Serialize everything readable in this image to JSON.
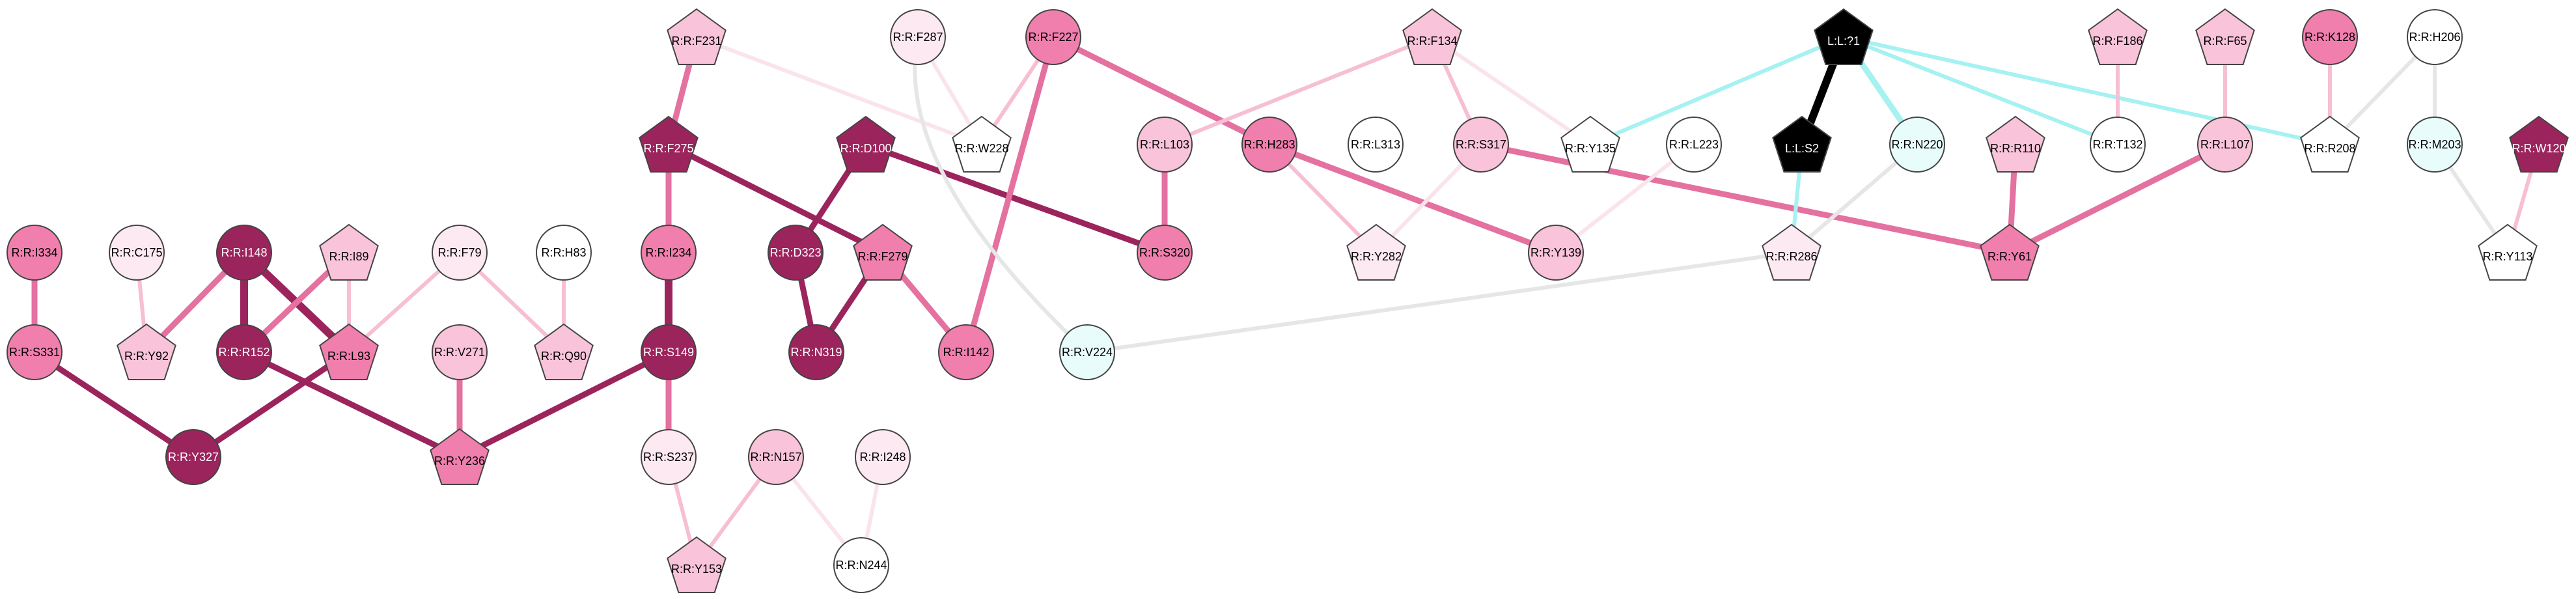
{
  "colors": {
    "strong": "#9c245c",
    "mid": "#f07fad",
    "light": "#f9c3d9",
    "pale": "#fde9f2",
    "white": "#ffffff",
    "cyan": "#e8fcfc",
    "ligand": "#000000",
    "edge_strong": "#9c245c",
    "edge_mid": "#e4719f",
    "edge_light": "#f6bfd4",
    "edge_pale": "#fbe3ec",
    "edge_gray": "#e6e6e6",
    "edge_cyan": "#a6f1f1",
    "edge_black": "#000000",
    "stroke": "#444444"
  },
  "nodes": [
    {
      "id": "I334",
      "label": "R:R:I334",
      "shape": "circle",
      "fill": "mid"
    },
    {
      "id": "S331",
      "label": "R:R:S331",
      "shape": "circle",
      "fill": "mid"
    },
    {
      "id": "Y327",
      "label": "R:R:Y327",
      "shape": "circle",
      "fill": "strong"
    },
    {
      "id": "C175",
      "label": "R:R:C175",
      "shape": "circle",
      "fill": "pale"
    },
    {
      "id": "Y92",
      "label": "R:R:Y92",
      "shape": "pentagon",
      "fill": "light"
    },
    {
      "id": "I148",
      "label": "R:R:I148",
      "shape": "circle",
      "fill": "strong"
    },
    {
      "id": "R152",
      "label": "R:R:R152",
      "shape": "circle",
      "fill": "strong"
    },
    {
      "id": "I89",
      "label": "R:R:I89",
      "shape": "pentagon",
      "fill": "light"
    },
    {
      "id": "L93",
      "label": "R:R:L93",
      "shape": "pentagon",
      "fill": "mid"
    },
    {
      "id": "F79",
      "label": "R:R:F79",
      "shape": "circle",
      "fill": "pale"
    },
    {
      "id": "V271",
      "label": "R:R:V271",
      "shape": "circle",
      "fill": "light"
    },
    {
      "id": "Y236",
      "label": "R:R:Y236",
      "shape": "pentagon",
      "fill": "mid"
    },
    {
      "id": "H83",
      "label": "R:R:H83",
      "shape": "circle",
      "fill": "white"
    },
    {
      "id": "Q90",
      "label": "R:R:Q90",
      "shape": "pentagon",
      "fill": "light"
    },
    {
      "id": "F231",
      "label": "R:R:F231",
      "shape": "pentagon",
      "fill": "light"
    },
    {
      "id": "F275",
      "label": "R:R:F275",
      "shape": "pentagon",
      "fill": "strong"
    },
    {
      "id": "I234",
      "label": "R:R:I234",
      "shape": "circle",
      "fill": "mid"
    },
    {
      "id": "S149",
      "label": "R:R:S149",
      "shape": "circle",
      "fill": "strong"
    },
    {
      "id": "S237",
      "label": "R:R:S237",
      "shape": "circle",
      "fill": "pale"
    },
    {
      "id": "Y153",
      "label": "R:R:Y153",
      "shape": "pentagon",
      "fill": "light"
    },
    {
      "id": "N157",
      "label": "R:R:N157",
      "shape": "circle",
      "fill": "light"
    },
    {
      "id": "I248",
      "label": "R:R:I248",
      "shape": "circle",
      "fill": "pale"
    },
    {
      "id": "N244",
      "label": "R:R:N244",
      "shape": "circle",
      "fill": "white"
    },
    {
      "id": "D100",
      "label": "R:R:D100",
      "shape": "pentagon",
      "fill": "strong"
    },
    {
      "id": "D323",
      "label": "R:R:D323",
      "shape": "circle",
      "fill": "strong"
    },
    {
      "id": "N319",
      "label": "R:R:N319",
      "shape": "circle",
      "fill": "strong"
    },
    {
      "id": "F279",
      "label": "R:R:F279",
      "shape": "pentagon",
      "fill": "mid"
    },
    {
      "id": "I142",
      "label": "R:R:I142",
      "shape": "circle",
      "fill": "mid"
    },
    {
      "id": "F287",
      "label": "R:R:F287",
      "shape": "circle",
      "fill": "pale"
    },
    {
      "id": "W228",
      "label": "R:R:W228",
      "shape": "pentagon",
      "fill": "white"
    },
    {
      "id": "F227",
      "label": "R:R:F227",
      "shape": "circle",
      "fill": "mid"
    },
    {
      "id": "V224",
      "label": "R:R:V224",
      "shape": "circle",
      "fill": "cyan"
    },
    {
      "id": "L103",
      "label": "R:R:L103",
      "shape": "circle",
      "fill": "light"
    },
    {
      "id": "S320",
      "label": "R:R:S320",
      "shape": "circle",
      "fill": "mid"
    },
    {
      "id": "H283",
      "label": "R:R:H283",
      "shape": "circle",
      "fill": "mid"
    },
    {
      "id": "F134",
      "label": "R:R:F134",
      "shape": "pentagon",
      "fill": "light"
    },
    {
      "id": "L313",
      "label": "R:R:L313",
      "shape": "circle",
      "fill": "white"
    },
    {
      "id": "S317",
      "label": "R:R:S317",
      "shape": "circle",
      "fill": "light"
    },
    {
      "id": "Y282",
      "label": "R:R:Y282",
      "shape": "pentagon",
      "fill": "pale"
    },
    {
      "id": "Y135",
      "label": "R:R:Y135",
      "shape": "pentagon",
      "fill": "white"
    },
    {
      "id": "Y139",
      "label": "R:R:Y139",
      "shape": "circle",
      "fill": "light"
    },
    {
      "id": "L223",
      "label": "R:R:L223",
      "shape": "circle",
      "fill": "white"
    },
    {
      "id": "L1",
      "label": "L:L:?1",
      "shape": "pentagon",
      "fill": "ligand"
    },
    {
      "id": "L2",
      "label": "L:L:S2",
      "shape": "pentagon",
      "fill": "ligand"
    },
    {
      "id": "N220",
      "label": "R:R:N220",
      "shape": "circle",
      "fill": "cyan"
    },
    {
      "id": "R286",
      "label": "R:R:R286",
      "shape": "pentagon",
      "fill": "pale"
    },
    {
      "id": "R110",
      "label": "R:R:R110",
      "shape": "pentagon",
      "fill": "light"
    },
    {
      "id": "Y61",
      "label": "R:R:Y61",
      "shape": "pentagon",
      "fill": "mid"
    },
    {
      "id": "F186",
      "label": "R:R:F186",
      "shape": "pentagon",
      "fill": "light"
    },
    {
      "id": "T132",
      "label": "R:R:T132",
      "shape": "circle",
      "fill": "white"
    },
    {
      "id": "F65",
      "label": "R:R:F65",
      "shape": "pentagon",
      "fill": "light"
    },
    {
      "id": "L107",
      "label": "R:R:L107",
      "shape": "circle",
      "fill": "light"
    },
    {
      "id": "K128",
      "label": "R:R:K128",
      "shape": "circle",
      "fill": "mid"
    },
    {
      "id": "R208",
      "label": "R:R:R208",
      "shape": "pentagon",
      "fill": "white"
    },
    {
      "id": "H206",
      "label": "R:R:H206",
      "shape": "circle",
      "fill": "white"
    },
    {
      "id": "M203",
      "label": "R:R:M203",
      "shape": "circle",
      "fill": "cyan"
    },
    {
      "id": "W120",
      "label": "R:R:W120",
      "shape": "pentagon",
      "fill": "strong"
    },
    {
      "id": "Y113",
      "label": "R:R:Y113",
      "shape": "pentagon",
      "fill": "white"
    }
  ],
  "edges": [
    {
      "from": "I334",
      "to": "S331",
      "color": "edge_mid",
      "weight": 3
    },
    {
      "from": "S331",
      "to": "Y327",
      "color": "edge_strong",
      "weight": 3
    },
    {
      "from": "C175",
      "to": "Y92",
      "color": "edge_light",
      "weight": 2
    },
    {
      "from": "I148",
      "to": "Y92",
      "color": "edge_mid",
      "weight": 3
    },
    {
      "from": "I148",
      "to": "R152",
      "color": "edge_strong",
      "weight": 4
    },
    {
      "from": "I148",
      "to": "L93",
      "color": "edge_strong",
      "weight": 4
    },
    {
      "from": "I89",
      "to": "R152",
      "color": "edge_mid",
      "weight": 3
    },
    {
      "from": "I89",
      "to": "L93",
      "color": "edge_light",
      "weight": 2
    },
    {
      "from": "F79",
      "to": "L93",
      "color": "edge_light",
      "weight": 2
    },
    {
      "from": "L93",
      "to": "Y327",
      "color": "edge_strong",
      "weight": 3
    },
    {
      "from": "R152",
      "to": "Y236",
      "color": "edge_strong",
      "weight": 3
    },
    {
      "from": "V271",
      "to": "Y236",
      "color": "edge_mid",
      "weight": 3
    },
    {
      "from": "H83",
      "to": "Q90",
      "color": "edge_light",
      "weight": 2
    },
    {
      "from": "F79",
      "to": "Q90",
      "color": "edge_light",
      "weight": 2
    },
    {
      "from": "S149",
      "to": "Y236",
      "color": "edge_strong",
      "weight": 3
    },
    {
      "from": "F231",
      "to": "F275",
      "color": "edge_mid",
      "weight": 3
    },
    {
      "from": "F231",
      "to": "W228",
      "color": "edge_pale",
      "weight": 2
    },
    {
      "from": "F275",
      "to": "I234",
      "color": "edge_mid",
      "weight": 3
    },
    {
      "from": "F275",
      "to": "F279",
      "color": "edge_strong",
      "weight": 3
    },
    {
      "from": "I234",
      "to": "S149",
      "color": "edge_strong",
      "weight": 4
    },
    {
      "from": "S149",
      "to": "S237",
      "color": "edge_mid",
      "weight": 3
    },
    {
      "from": "S237",
      "to": "Y153",
      "color": "edge_light",
      "weight": 2
    },
    {
      "from": "N157",
      "to": "Y153",
      "color": "edge_light",
      "weight": 2
    },
    {
      "from": "N157",
      "to": "N244",
      "color": "edge_pale",
      "weight": 2
    },
    {
      "from": "I248",
      "to": "N244",
      "color": "edge_pale",
      "weight": 2
    },
    {
      "from": "D100",
      "to": "D323",
      "color": "edge_strong",
      "weight": 3
    },
    {
      "from": "D100",
      "to": "S320",
      "color": "edge_strong",
      "weight": 3
    },
    {
      "from": "D323",
      "to": "N319",
      "color": "edge_strong",
      "weight": 3
    },
    {
      "from": "F279",
      "to": "N319",
      "color": "edge_strong",
      "weight": 3
    },
    {
      "from": "F279",
      "to": "I142",
      "color": "edge_mid",
      "weight": 3
    },
    {
      "from": "F227",
      "to": "I142",
      "color": "edge_mid",
      "weight": 3
    },
    {
      "from": "F287",
      "to": "W228",
      "color": "edge_pale",
      "weight": 2
    },
    {
      "from": "F227",
      "to": "W228",
      "color": "edge_light",
      "weight": 2
    },
    {
      "from": "F227",
      "to": "H283",
      "color": "edge_mid",
      "weight": 3
    },
    {
      "from": "F287",
      "to": "V224",
      "color": "edge_gray",
      "weight": 2,
      "curve": true
    },
    {
      "from": "V224",
      "to": "R286",
      "color": "edge_gray",
      "weight": 2
    },
    {
      "from": "L103",
      "to": "S320",
      "color": "edge_mid",
      "weight": 3
    },
    {
      "from": "F134",
      "to": "L103",
      "color": "edge_light",
      "weight": 2
    },
    {
      "from": "F134",
      "to": "S317",
      "color": "edge_light",
      "weight": 2
    },
    {
      "from": "F134",
      "to": "Y135",
      "color": "edge_pale",
      "weight": 2
    },
    {
      "from": "H283",
      "to": "Y282",
      "color": "edge_light",
      "weight": 2
    },
    {
      "from": "H283",
      "to": "Y139",
      "color": "edge_mid",
      "weight": 3
    },
    {
      "from": "S317",
      "to": "Y61",
      "color": "edge_mid",
      "weight": 3
    },
    {
      "from": "S317",
      "to": "Y282",
      "color": "edge_pale",
      "weight": 2
    },
    {
      "from": "L223",
      "to": "Y139",
      "color": "edge_pale",
      "weight": 2
    },
    {
      "from": "L1",
      "to": "L2",
      "color": "edge_black",
      "weight": 4
    },
    {
      "from": "L1",
      "to": "N220",
      "color": "edge_cyan",
      "weight": 3
    },
    {
      "from": "L1",
      "to": "Y135",
      "color": "edge_cyan",
      "weight": 2
    },
    {
      "from": "L1",
      "to": "T132",
      "color": "edge_cyan",
      "weight": 2
    },
    {
      "from": "L1",
      "to": "R208",
      "color": "edge_cyan",
      "weight": 2
    },
    {
      "from": "L2",
      "to": "R286",
      "color": "edge_cyan",
      "weight": 2
    },
    {
      "from": "N220",
      "to": "R286",
      "color": "edge_gray",
      "weight": 2
    },
    {
      "from": "R110",
      "to": "Y61",
      "color": "edge_mid",
      "weight": 3
    },
    {
      "from": "L107",
      "to": "Y61",
      "color": "edge_mid",
      "weight": 3
    },
    {
      "from": "F186",
      "to": "T132",
      "color": "edge_light",
      "weight": 2
    },
    {
      "from": "F65",
      "to": "L107",
      "color": "edge_light",
      "weight": 2
    },
    {
      "from": "K128",
      "to": "R208",
      "color": "edge_light",
      "weight": 2
    },
    {
      "from": "H206",
      "to": "R208",
      "color": "edge_gray",
      "weight": 2
    },
    {
      "from": "H206",
      "to": "M203",
      "color": "edge_gray",
      "weight": 2
    },
    {
      "from": "M203",
      "to": "Y113",
      "color": "edge_gray",
      "weight": 2
    },
    {
      "from": "W120",
      "to": "Y113",
      "color": "edge_light",
      "weight": 2
    }
  ]
}
